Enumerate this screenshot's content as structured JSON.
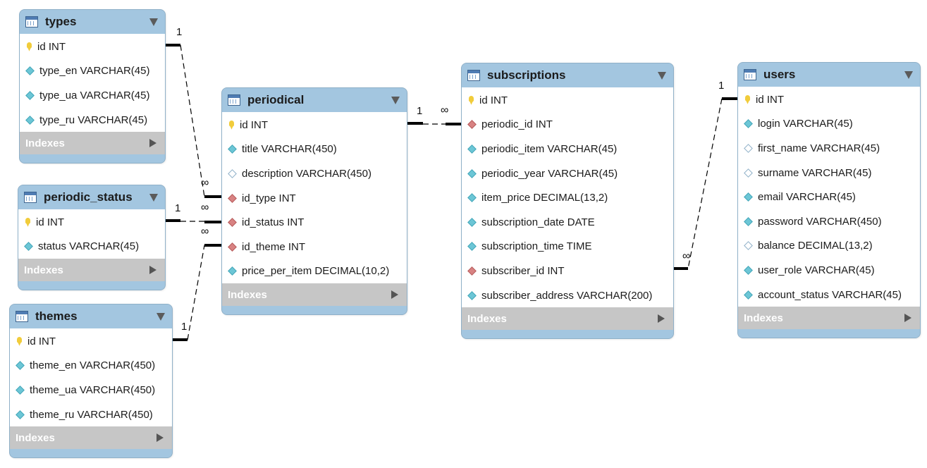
{
  "tables": {
    "types": {
      "name": "types",
      "columns": [
        {
          "label": "id INT",
          "icon": "primary-key-icon"
        },
        {
          "label": "type_en VARCHAR(45)",
          "icon": "column-diamond-icon"
        },
        {
          "label": "type_ua VARCHAR(45)",
          "icon": "column-diamond-icon"
        },
        {
          "label": "type_ru VARCHAR(45)",
          "icon": "column-diamond-icon"
        }
      ],
      "indexes_label": "Indexes"
    },
    "periodic_status": {
      "name": "periodic_status",
      "columns": [
        {
          "label": "id INT",
          "icon": "primary-key-icon"
        },
        {
          "label": "status VARCHAR(45)",
          "icon": "column-diamond-icon"
        }
      ],
      "indexes_label": "Indexes"
    },
    "themes": {
      "name": "themes",
      "columns": [
        {
          "label": "id INT",
          "icon": "primary-key-icon"
        },
        {
          "label": "theme_en VARCHAR(450)",
          "icon": "column-diamond-icon"
        },
        {
          "label": "theme_ua VARCHAR(450)",
          "icon": "column-diamond-icon"
        },
        {
          "label": "theme_ru VARCHAR(450)",
          "icon": "column-diamond-icon"
        }
      ],
      "indexes_label": "Indexes"
    },
    "periodical": {
      "name": "periodical",
      "columns": [
        {
          "label": "id INT",
          "icon": "primary-key-icon"
        },
        {
          "label": "title VARCHAR(450)",
          "icon": "column-diamond-icon"
        },
        {
          "label": "description VARCHAR(450)",
          "icon": "nullable-column-icon"
        },
        {
          "label": "id_type INT",
          "icon": "foreign-key-icon"
        },
        {
          "label": "id_status INT",
          "icon": "foreign-key-icon"
        },
        {
          "label": "id_theme INT",
          "icon": "foreign-key-icon"
        },
        {
          "label": "price_per_item DECIMAL(10,2)",
          "icon": "column-diamond-icon"
        }
      ],
      "indexes_label": "Indexes"
    },
    "subscriptions": {
      "name": "subscriptions",
      "columns": [
        {
          "label": "id INT",
          "icon": "primary-key-icon"
        },
        {
          "label": "periodic_id INT",
          "icon": "foreign-key-icon"
        },
        {
          "label": "periodic_item VARCHAR(45)",
          "icon": "column-diamond-icon"
        },
        {
          "label": "periodic_year VARCHAR(45)",
          "icon": "column-diamond-icon"
        },
        {
          "label": "item_price DECIMAL(13,2)",
          "icon": "column-diamond-icon"
        },
        {
          "label": "subscription_date DATE",
          "icon": "column-diamond-icon"
        },
        {
          "label": "subscription_time TIME",
          "icon": "column-diamond-icon"
        },
        {
          "label": "subscriber_id INT",
          "icon": "foreign-key-icon"
        },
        {
          "label": "subscriber_address VARCHAR(200)",
          "icon": "column-diamond-icon"
        }
      ],
      "indexes_label": "Indexes"
    },
    "users": {
      "name": "users",
      "columns": [
        {
          "label": "id INT",
          "icon": "primary-key-icon"
        },
        {
          "label": "login VARCHAR(45)",
          "icon": "column-diamond-icon"
        },
        {
          "label": "first_name VARCHAR(45)",
          "icon": "nullable-column-icon"
        },
        {
          "label": "surname VARCHAR(45)",
          "icon": "nullable-column-icon"
        },
        {
          "label": "email VARCHAR(45)",
          "icon": "column-diamond-icon"
        },
        {
          "label": "password VARCHAR(450)",
          "icon": "column-diamond-icon"
        },
        {
          "label": "balance DECIMAL(13,2)",
          "icon": "nullable-column-icon"
        },
        {
          "label": "user_role VARCHAR(45)",
          "icon": "column-diamond-icon"
        },
        {
          "label": "account_status VARCHAR(45)",
          "icon": "column-diamond-icon"
        }
      ],
      "indexes_label": "Indexes"
    }
  },
  "relationships": [
    {
      "from": "types",
      "to": "periodical",
      "one_label": "1",
      "many_label": "∞"
    },
    {
      "from": "periodic_status",
      "to": "periodical",
      "one_label": "1",
      "many_label": "∞"
    },
    {
      "from": "themes",
      "to": "periodical",
      "one_label": "1",
      "many_label": "∞"
    },
    {
      "from": "periodical",
      "to": "subscriptions",
      "one_label": "1",
      "many_label": "∞"
    },
    {
      "from": "users",
      "to": "subscriptions",
      "one_label": "1",
      "many_label": "∞"
    }
  ],
  "colors": {
    "header": "#a3c6e0",
    "indexes_bar": "#c6c6c6",
    "key_icon": "#f1cc3b",
    "column_icon": "#6cc6d6",
    "foreign_key_icon": "#d88282",
    "connector": "#000000"
  }
}
